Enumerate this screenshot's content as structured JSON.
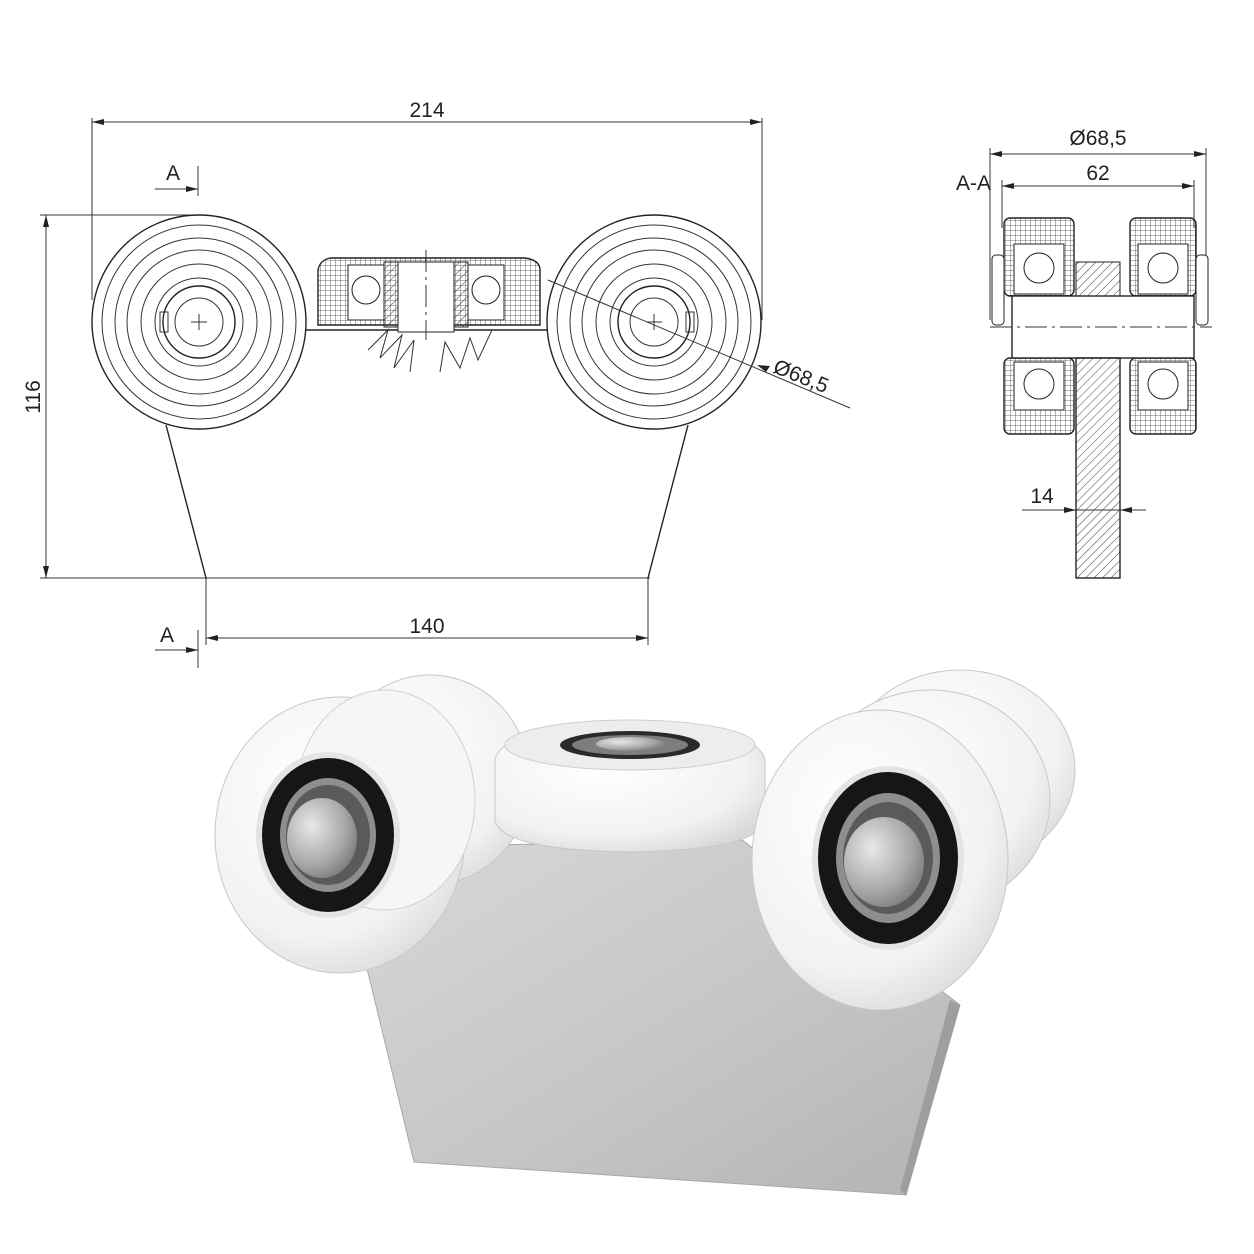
{
  "drawing": {
    "overall_width": "214",
    "overall_height": "116",
    "base_width": "140",
    "wheel_diameter_front": "Ø68,5",
    "section_label": "A-A",
    "section_marker_top": "A",
    "section_marker_bottom": "A",
    "section_width_outer": "Ø68,5",
    "section_width_inner": "62",
    "plate_thickness": "14"
  },
  "colors": {
    "line": "#222222",
    "wheel_white": "#f4f4f4",
    "bracket_grey": "#c9c9c9",
    "bearing_black": "#1a1a1a"
  }
}
